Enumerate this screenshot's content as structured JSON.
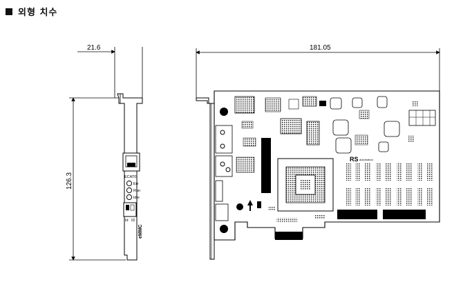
{
  "title": "외형 치수",
  "dimensions": {
    "bracket_width": "21.6",
    "board_length": "181.05",
    "board_height": "126.3"
  },
  "bracket_labels": {
    "port": "ECAT0",
    "led_err": "Err",
    "led_run": "Run",
    "led_idle": "Idle",
    "switch_id": "Id",
    "switch_id2": "ID",
    "storage": "eMMC"
  },
  "board_labels": {
    "brand": "RS",
    "brand_sub": "automation"
  }
}
